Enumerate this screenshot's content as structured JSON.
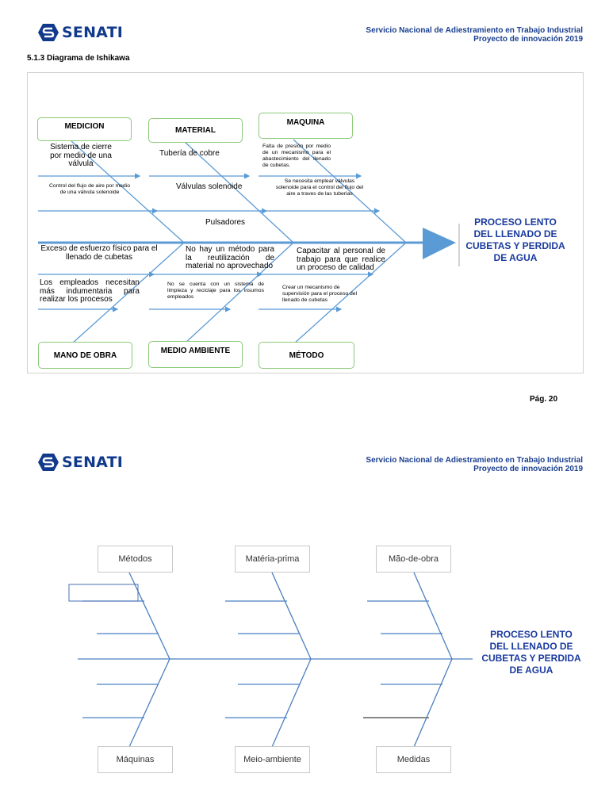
{
  "brand": {
    "name": "SENATI",
    "color": "#123a8c"
  },
  "header": {
    "line1": "Servicio Nacional de Adiestramiento en Trabajo Industrial",
    "line2": "Proyecto de innovación 2019"
  },
  "page1": {
    "section_title": "5.1.3 Diagrama de Ishikawa",
    "categories_top": [
      "MEDICION",
      "MATERIAL",
      "MAQUINA"
    ],
    "categories_bottom": [
      "MANO DE OBRA",
      "MEDIO AMBIENTE",
      "MÉTODO"
    ],
    "causes": {
      "medicion_1": "Sistema de cierre por medio de una válvula",
      "medicion_2": "Control del flujo de aire por medio de una válvula solenoide",
      "material_1": "Tubería de cobre",
      "material_2": "Válvulas solenoide",
      "material_3": "Pulsadores",
      "maquina_1": "Falta de presión por medio de un mecanismo para el abastecimiento del llenado de cubetas.",
      "maquina_2": "Se necesita emplear válvulas solenoide para el control del flujo del aire a traves de las tuberias",
      "mano_1": "Exceso de esfuerzo físico para el llenado de cubetas",
      "mano_2": "Los empleados necesitan más indumentaria para realizar los procesos",
      "ambiente_1": "No hay un método para la reutilización de material no aprovechado",
      "ambiente_2": "No se cuenta con un sistema de limpieza y reciclaje para los insumos empleados",
      "metodo_1": "Capacitar al personal de trabajo para que realice un proceso de calidad",
      "metodo_2": "Crear un mecanismo de supervisión para el proceso del llenado de cubetas"
    },
    "effect": "PROCESO LENTO DEL LLENADO DE CUBETAS Y PERDIDA DE AGUA",
    "page_number": "Pág. 20"
  },
  "page2": {
    "categories_top": [
      "Métodos",
      "Matéria-prima",
      "Mão-de-obra"
    ],
    "categories_bottom": [
      "Máquinas",
      "Meio-ambiente",
      "Medidas"
    ],
    "effect": "PROCESO LENTO DEL LLENADO DE CUBETAS Y PERDIDA DE AGUA"
  },
  "colors": {
    "spine": "#5b9bd5",
    "box_border": "#8cc97a",
    "effect_text": "#1a3a9e"
  }
}
